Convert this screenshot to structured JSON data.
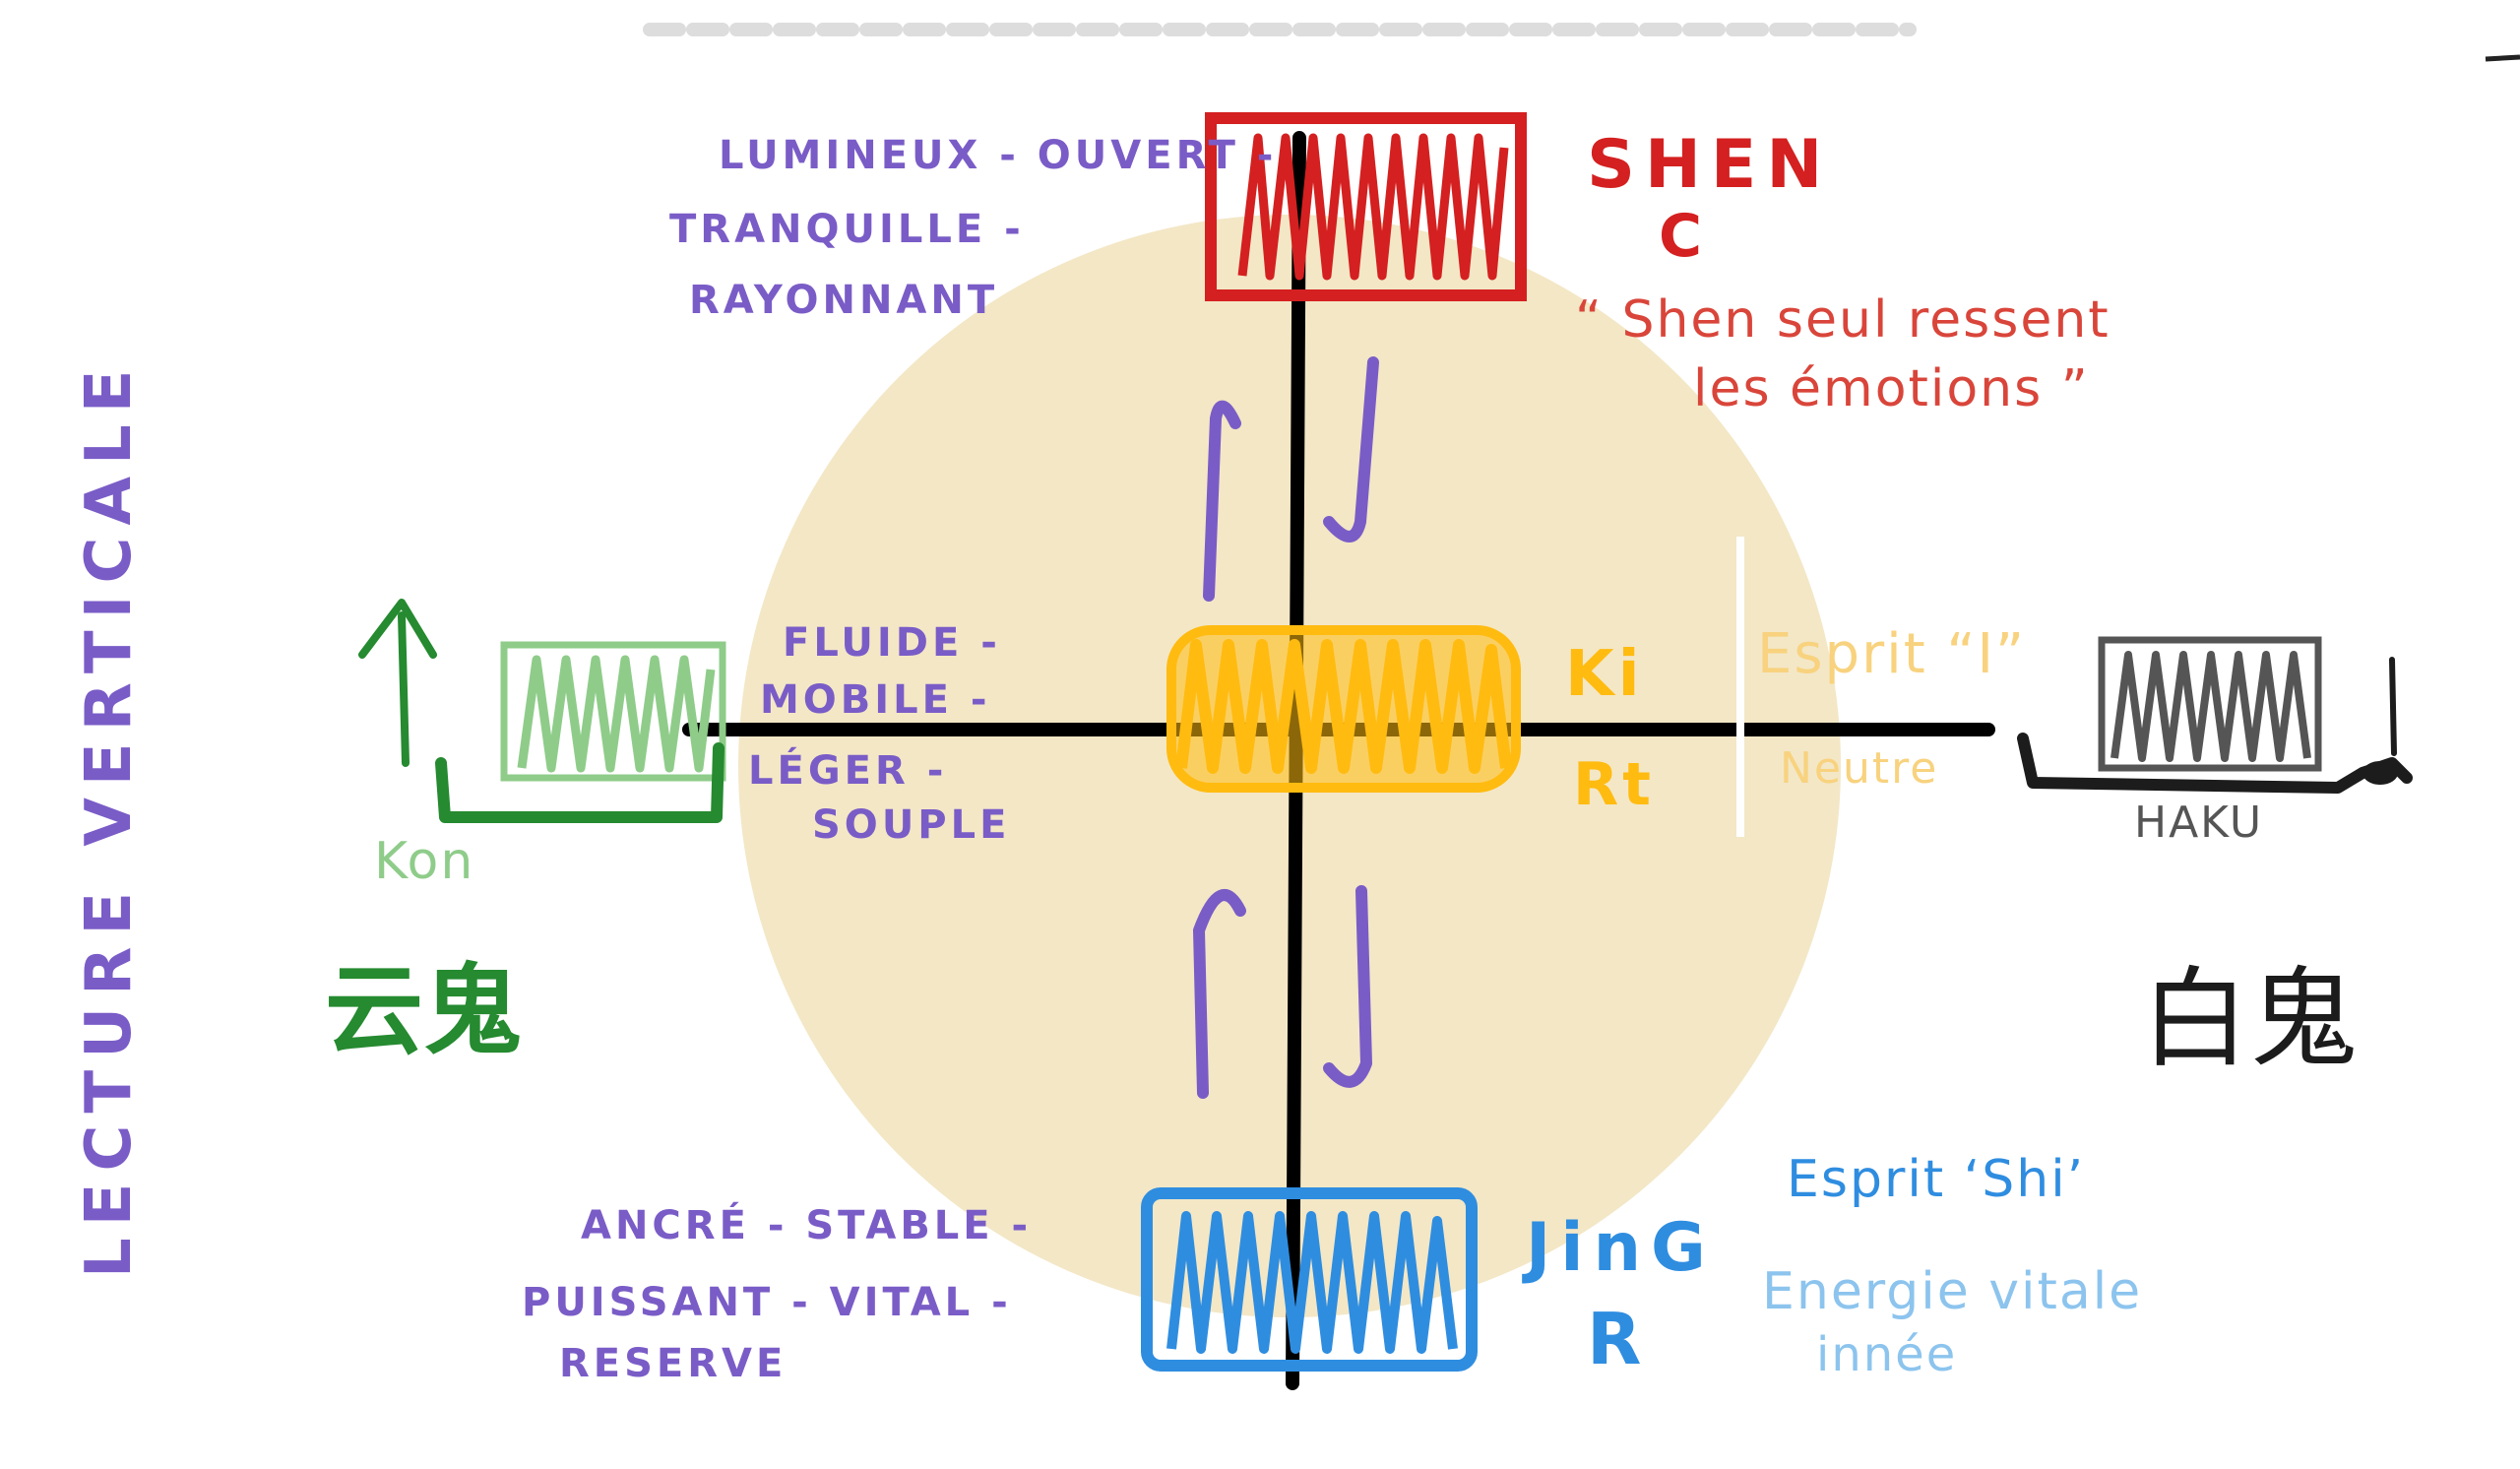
{
  "labels": {
    "shen": {
      "title": "SHEN",
      "sub": "C",
      "quote_1": "“ Shen seul ressent",
      "quote_2": "les émotions ”"
    },
    "ki": {
      "title": "Ki",
      "sub": "Rt",
      "esprit": "Esprit “I”",
      "neutral": "Neutre"
    },
    "jing": {
      "title": "JinG",
      "sub": "R",
      "esprit": "Esprit ‘Shi’",
      "energie_1": "Energie vitale",
      "energie_2": "innée"
    },
    "kon": {
      "name": "Kon",
      "kanji": "云鬼"
    },
    "haku": {
      "name": "HAKU",
      "kanji": "白鬼"
    },
    "top_qualities": [
      "LUMINEUX - OUVERT -",
      "TRANQUILLE -",
      "RAYONNANT"
    ],
    "mid_qualities": [
      "FLUIDE -",
      "MOBILE -",
      "LÉGER -",
      "SOUPLE"
    ],
    "bottom_qualities": [
      "ANCRÉ - STABLE -",
      "PUISSANT - VITAL -",
      "RESERVE"
    ],
    "side_vertical": "LECTURE VERTICALE"
  },
  "colors": {
    "circle": "#f3e7c6",
    "shen": "#d42020",
    "ki": "#ffbb10",
    "jing": "#2f8de0",
    "jing_light": "#8cc4ee",
    "kon": "#258a30",
    "kon_light": "#8fcc8a",
    "haku": "#1c1c1c",
    "purple": "#7a5cc7",
    "ki_light": "#f8d27e",
    "axis": "#000000"
  }
}
